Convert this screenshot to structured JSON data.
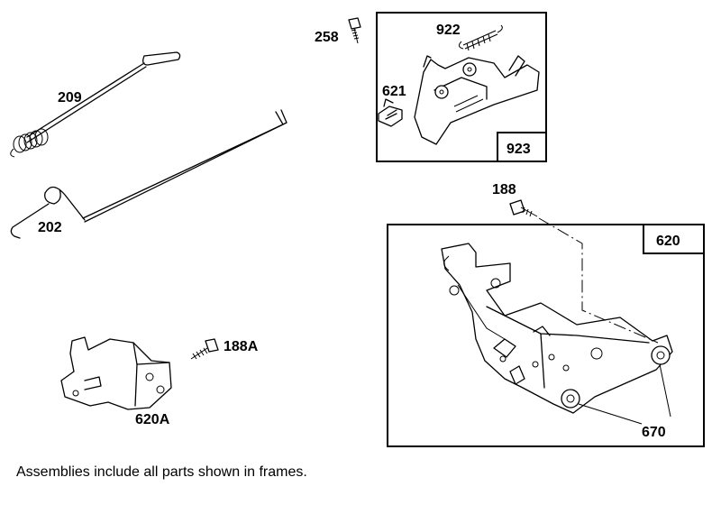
{
  "labels": {
    "p209": "209",
    "p202": "202",
    "p258": "258",
    "p922": "922",
    "p621": "621",
    "p923": "923",
    "p188": "188",
    "p620": "620",
    "p670": "670",
    "p188a": "188A",
    "p620a": "620A"
  },
  "note": "Assemblies include all parts shown in frames."
}
